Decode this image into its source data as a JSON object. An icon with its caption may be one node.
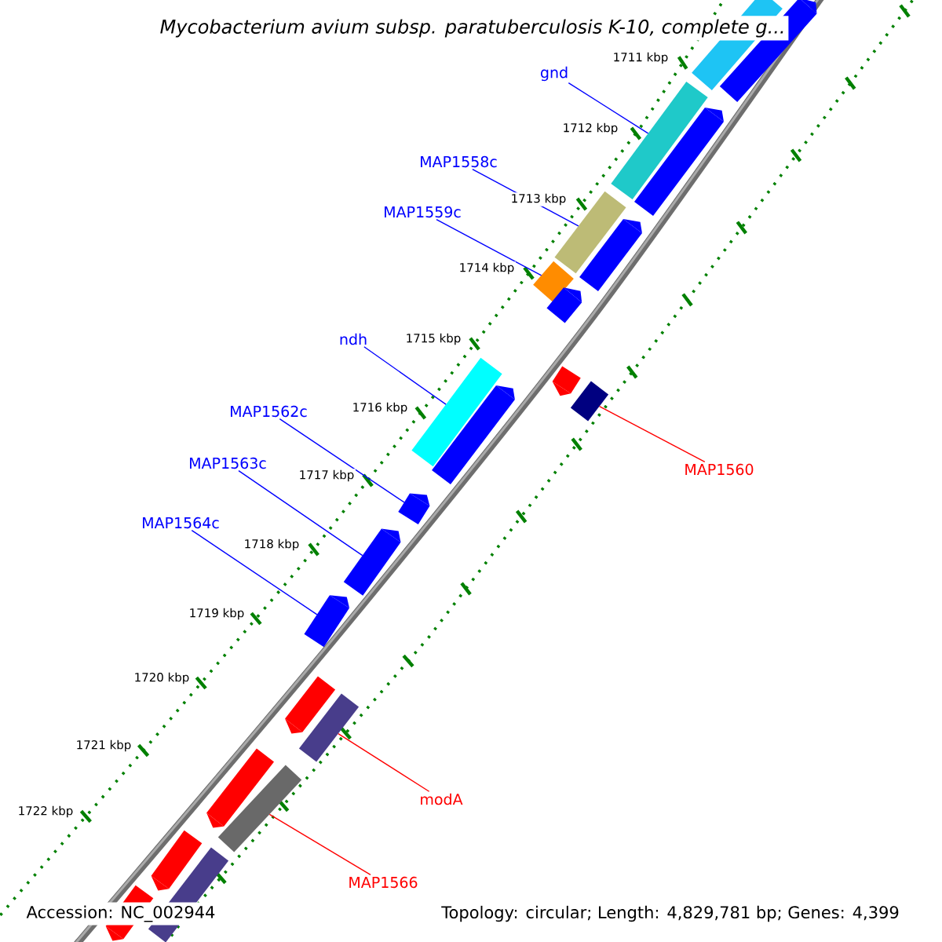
{
  "diagram": {
    "title": "Mycobacterium avium subsp. paratuberculosis K-10, complete g...",
    "nodes": [
      {
        "text": [
          "gnd"
        ]
      },
      {
        "text": [
          "MAP1558c"
        ]
      },
      {
        "text": [
          "MAP1559c"
        ]
      },
      {
        "text": [
          "ndh"
        ]
      },
      {
        "text": [
          "MAP1562c"
        ]
      },
      {
        "text": [
          "MAP1563c"
        ]
      },
      {
        "text": [
          "MAP1560"
        ]
      },
      {
        "text": [
          "MAP1564c"
        ]
      },
      {
        "text": [
          "modA"
        ]
      },
      {
        "text": [
          "MAP1566"
        ]
      },
      {
        "text": [],
        "shape": "bar"
      },
      {
        "text": [],
        "shape": "bar"
      },
      {
        "text": [],
        "shape": "bar"
      },
      {
        "text": [],
        "shape": "bar"
      },
      {
        "text": [],
        "shape": "bar"
      },
      {
        "text": [],
        "shape": "bar"
      },
      {
        "text": [],
        "shape": "bar"
      },
      {
        "text": [],
        "shape": "bar"
      },
      {
        "text": [],
        "shape": "bar"
      },
      {
        "text": [],
        "shape": "bar"
      },
      {
        "text": [],
        "shape": "bar"
      },
      {
        "text": [],
        "shape": "bar"
      },
      {
        "text": [],
        "shape": "bar"
      },
      {
        "text": [],
        "shape": "bar"
      },
      {
        "text": [],
        "shape": "bar"
      },
      {
        "text": [],
        "shape": "bar"
      },
      {
        "text": [],
        "shape": "bar"
      },
      {
        "text": [],
        "shape": "bar"
      },
      {
        "text": [],
        "shape": "bar"
      },
      {
        "text": [],
        "shape": "bar"
      },
      {
        "text": [],
        "shape": "bar"
      },
      {
        "text": [],
        "shape": "bar"
      }
    ],
    "edges": [
      {
        "from": 0,
        "to": 12,
        "arrow": "none"
      },
      {
        "from": 1,
        "to": 14,
        "arrow": "none"
      },
      {
        "from": 2,
        "to": 16,
        "arrow": "none"
      },
      {
        "from": 3,
        "to": 18,
        "arrow": "none"
      },
      {
        "from": 4,
        "to": 22,
        "arrow": "none"
      },
      {
        "from": 5,
        "to": 23,
        "arrow": "none"
      },
      {
        "from": 6,
        "to": 21,
        "arrow": "none",
        "color": "#ff0000"
      },
      {
        "from": 7,
        "to": 24,
        "arrow": "none"
      },
      {
        "from": 8,
        "to": 26,
        "arrow": "none",
        "color": "#ff0000"
      },
      {
        "from": 9,
        "to": 28,
        "arrow": "none",
        "color": "#ff0000"
      }
    ],
    "labels": [
      "1711 kbp",
      "1712 kbp",
      "1713 kbp",
      "1714 kbp",
      "1715 kbp",
      "1716 kbp",
      "1717 kbp",
      "1718 kbp",
      "1719 kbp",
      "1720 kbp",
      "1721 kbp",
      "1722 kbp",
      "Accession: NC_002944",
      "Topology: circular; Length: 4,829,781 bp; Genes: 4,399"
    ]
  }
}
